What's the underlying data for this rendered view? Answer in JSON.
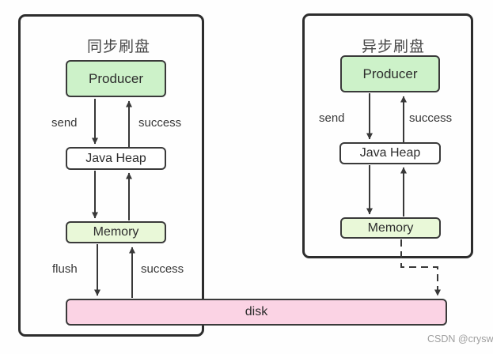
{
  "sync": {
    "title": "同步刷盘",
    "nodes": {
      "producer": "Producer",
      "java_heap": "Java Heap",
      "memory": "Memory"
    },
    "labels": {
      "send": "send",
      "success_upper": "success",
      "flush": "flush",
      "success_lower": "success"
    }
  },
  "async": {
    "title": "异步刷盘",
    "nodes": {
      "producer": "Producer",
      "java_heap": "Java Heap",
      "memory": "Memory"
    },
    "labels": {
      "send": "send",
      "success": "success"
    }
  },
  "disk": {
    "label": "disk"
  },
  "watermark": "CSDN @crysw",
  "colors": {
    "producer_fill": "#cdf2c9",
    "memory_fill": "#e9f8d8",
    "disk_fill": "#fbd3e4",
    "node_border": "#3a3a3a",
    "panel_border": "#2d2d2d",
    "arrow": "#383838",
    "watermark_text": "#9e9e9e"
  }
}
